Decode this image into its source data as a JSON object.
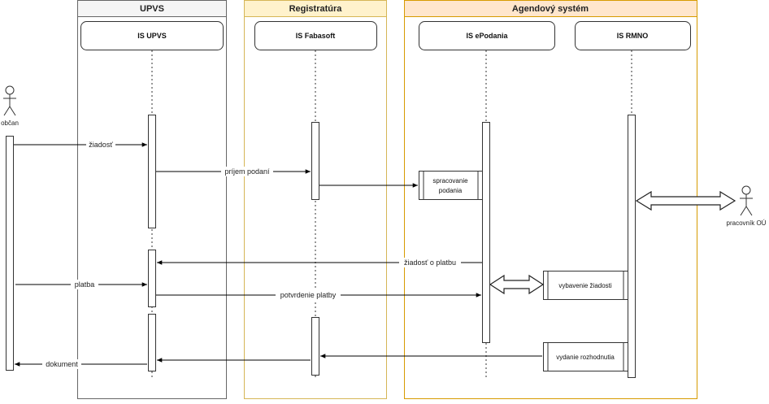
{
  "pools": {
    "upvs": "UPVS",
    "registratura": "Registratúra",
    "agendovy": "Agendový systém"
  },
  "lanes": {
    "is_upvs": "IS UPVS",
    "is_fabasoft": "IS Fabasoft",
    "is_epodania": "IS ePodania",
    "is_rmno": "IS RMNO"
  },
  "actors": {
    "obcan": "občan",
    "pracovnik": "pracovník OÚ"
  },
  "messages": {
    "ziadost": "žiadosť",
    "prijem_podani": "príjem podaní",
    "ziadost_o_platbu": "žiadosť o platbu",
    "platba": "platba",
    "potvrdenie_platby": "potvrdenie platby",
    "dokument": "dokument"
  },
  "activities": {
    "spracovanie_1": "spracovanie",
    "spracovanie_2": "podania",
    "vybavenie": "vybavenie žiadosti",
    "vydanie": "vydanie rozhodnutia"
  },
  "colors": {
    "upvs_header": "#f5f5f5",
    "upvs_border": "#666666",
    "registratura_header": "#fff2cc",
    "registratura_border": "#d6b656",
    "agendovy_header": "#ffe6cc",
    "agendovy_border": "#d79b00"
  }
}
